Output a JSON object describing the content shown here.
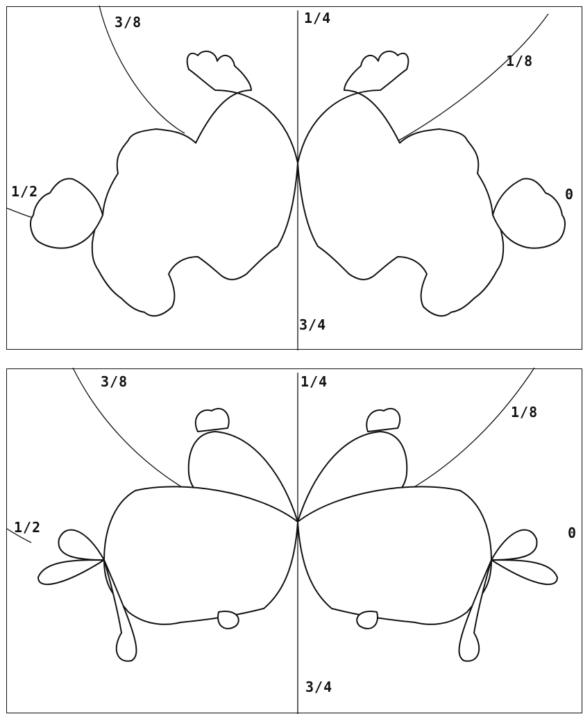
{
  "panels": [
    {
      "id": "top",
      "labels": {
        "three_eighths": "3/8",
        "one_quarter": "1/4",
        "one_eighth": "1/8",
        "one_half": "1/2",
        "zero": "0",
        "three_quarters": "3/4"
      }
    },
    {
      "id": "bottom",
      "labels": {
        "three_eighths": "3/8",
        "one_quarter": "1/4",
        "one_eighth": "1/8",
        "one_half": "1/2",
        "zero": "0",
        "three_quarters": "3/4"
      }
    }
  ],
  "colors": {
    "line": "#111111",
    "background": "#ffffff"
  }
}
